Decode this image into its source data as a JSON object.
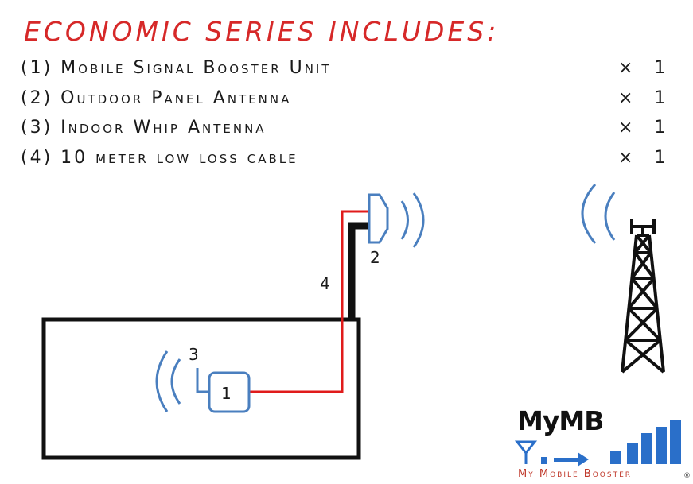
{
  "title": "ECONOMIC SERIES INCLUDES:",
  "items": [
    {
      "label": "(1) Mobile Signal Booster Unit",
      "qty": "× 1"
    },
    {
      "label": "(2) Outdoor Panel Antenna",
      "qty": "× 1"
    },
    {
      "label": "(3) Indoor Whip Antenna",
      "qty": "× 1"
    },
    {
      "label": "(4) 10 meter low loss cable",
      "qty": "× 1"
    }
  ],
  "diagram": {
    "booster_label": "1",
    "panel_label": "2",
    "whip_label": "3",
    "cable_label": "4"
  },
  "logo": {
    "mark": "MyMB",
    "brand": "My Mobile Booster",
    "registered": "®"
  },
  "colors": {
    "title": "#d62828",
    "cable_red": "#e01b1b",
    "signal_blue": "#4a7fbf",
    "logo_blue": "#2a6fc9"
  }
}
